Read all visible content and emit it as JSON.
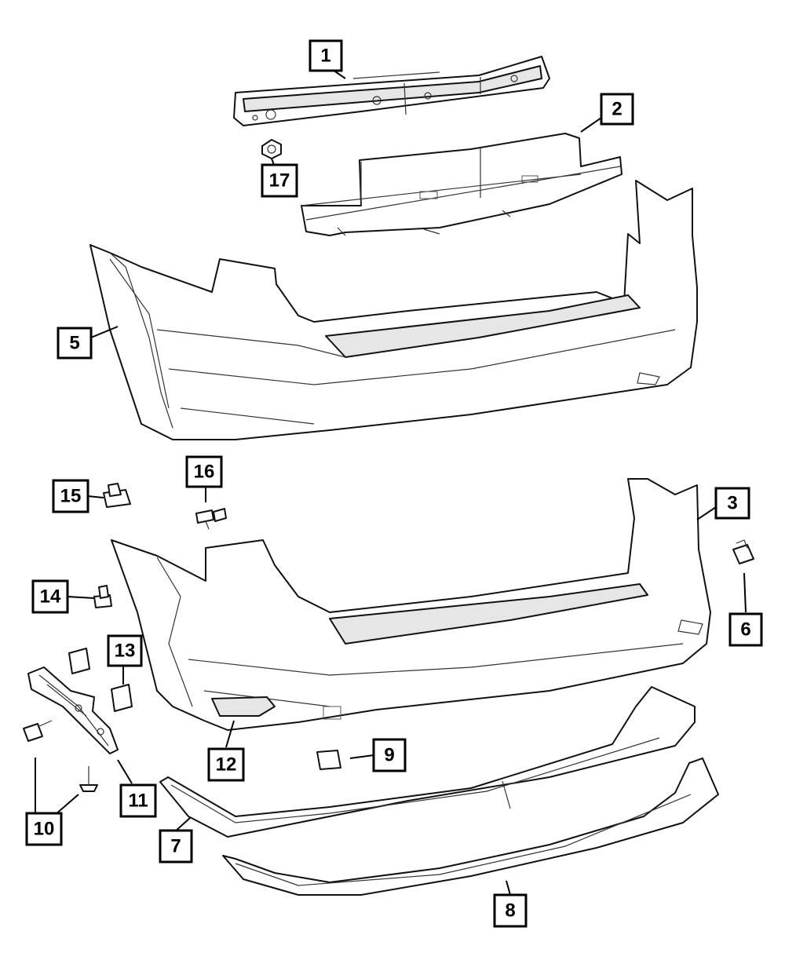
{
  "callouts": [
    {
      "id": "1",
      "label": "1"
    },
    {
      "id": "2",
      "label": "2"
    },
    {
      "id": "3",
      "label": "3"
    },
    {
      "id": "5",
      "label": "5"
    },
    {
      "id": "6",
      "label": "6"
    },
    {
      "id": "7",
      "label": "7"
    },
    {
      "id": "8",
      "label": "8"
    },
    {
      "id": "9",
      "label": "9"
    },
    {
      "id": "10",
      "label": "10"
    },
    {
      "id": "11",
      "label": "11"
    },
    {
      "id": "12",
      "label": "12"
    },
    {
      "id": "13",
      "label": "13"
    },
    {
      "id": "14",
      "label": "14"
    },
    {
      "id": "15",
      "label": "15"
    },
    {
      "id": "16",
      "label": "16"
    },
    {
      "id": "17",
      "label": "17"
    }
  ]
}
